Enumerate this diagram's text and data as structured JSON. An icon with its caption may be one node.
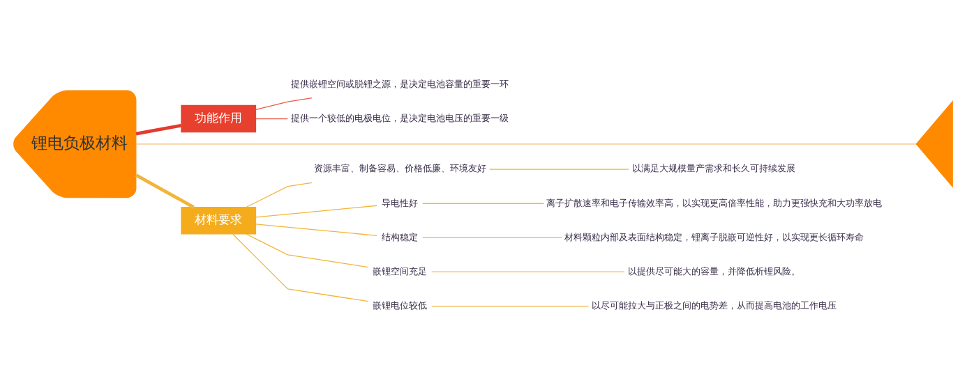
{
  "diagram": {
    "nodes": [
      {
        "text": [
          "锂电负极材料"
        ]
      },
      {
        "text": [
          "功能作用"
        ]
      },
      {
        "text": [
          "提供嵌锂空间或脱锂之源，是决定电池容量的重要一环"
        ]
      },
      {
        "text": [
          "提供一个较低的电极电位，是决定电池电压的重要一级"
        ]
      },
      {
        "text": [
          "材料要求"
        ]
      },
      {
        "text": [
          "资源丰富、制备容易、价格低廉、环境友好"
        ]
      },
      {
        "text": [
          "以满足大规模量产需求和长久可持续发展"
        ]
      },
      {
        "text": [
          "导电性好"
        ]
      },
      {
        "text": [
          "离子扩散速率和电子传输效率高，以实现更高倍率性能，助力更强快充和大功率放电"
        ]
      },
      {
        "text": [
          "结构稳定"
        ]
      },
      {
        "text": [
          "材料颗粒内部及表面结构稳定，锂离子脱嵌可逆性好，以实现更长循环寿命"
        ]
      },
      {
        "text": [
          "嵌锂空间充足"
        ]
      },
      {
        "text": [
          "以提供尽可能大的容量，并降低析锂风险。"
        ]
      },
      {
        "text": [
          "嵌锂电位较低"
        ]
      },
      {
        "text": [
          "以尽可能拉大与正极之间的电势差，从而提高电池的工作电压"
        ]
      },
      {
        "text": [],
        "shape": "tail"
      }
    ],
    "edges": [
      {
        "from": 0,
        "to": 1,
        "arrow": "none",
        "style": "thick",
        "color": "#e53a2c"
      },
      {
        "from": 1,
        "to": 2,
        "arrow": "none",
        "color": "#e85a45"
      },
      {
        "from": 1,
        "to": 3,
        "arrow": "none",
        "color": "#e85a45"
      },
      {
        "from": 0,
        "to": 15,
        "arrow": "none",
        "color": "#f9b878"
      },
      {
        "from": 0,
        "to": 4,
        "arrow": "none",
        "style": "thick"
      },
      {
        "from": 4,
        "to": 5,
        "arrow": "none"
      },
      {
        "from": 5,
        "to": 6,
        "arrow": "none"
      },
      {
        "from": 4,
        "to": 7,
        "arrow": "none"
      },
      {
        "from": 7,
        "to": 8,
        "arrow": "none"
      },
      {
        "from": 4,
        "to": 9,
        "arrow": "none"
      },
      {
        "from": 9,
        "to": 10,
        "arrow": "none"
      },
      {
        "from": 4,
        "to": 11,
        "arrow": "none"
      },
      {
        "from": 11,
        "to": 12,
        "arrow": "none"
      },
      {
        "from": 4,
        "to": 13,
        "arrow": "none"
      },
      {
        "from": 13,
        "to": 14,
        "arrow": "none"
      }
    ]
  }
}
